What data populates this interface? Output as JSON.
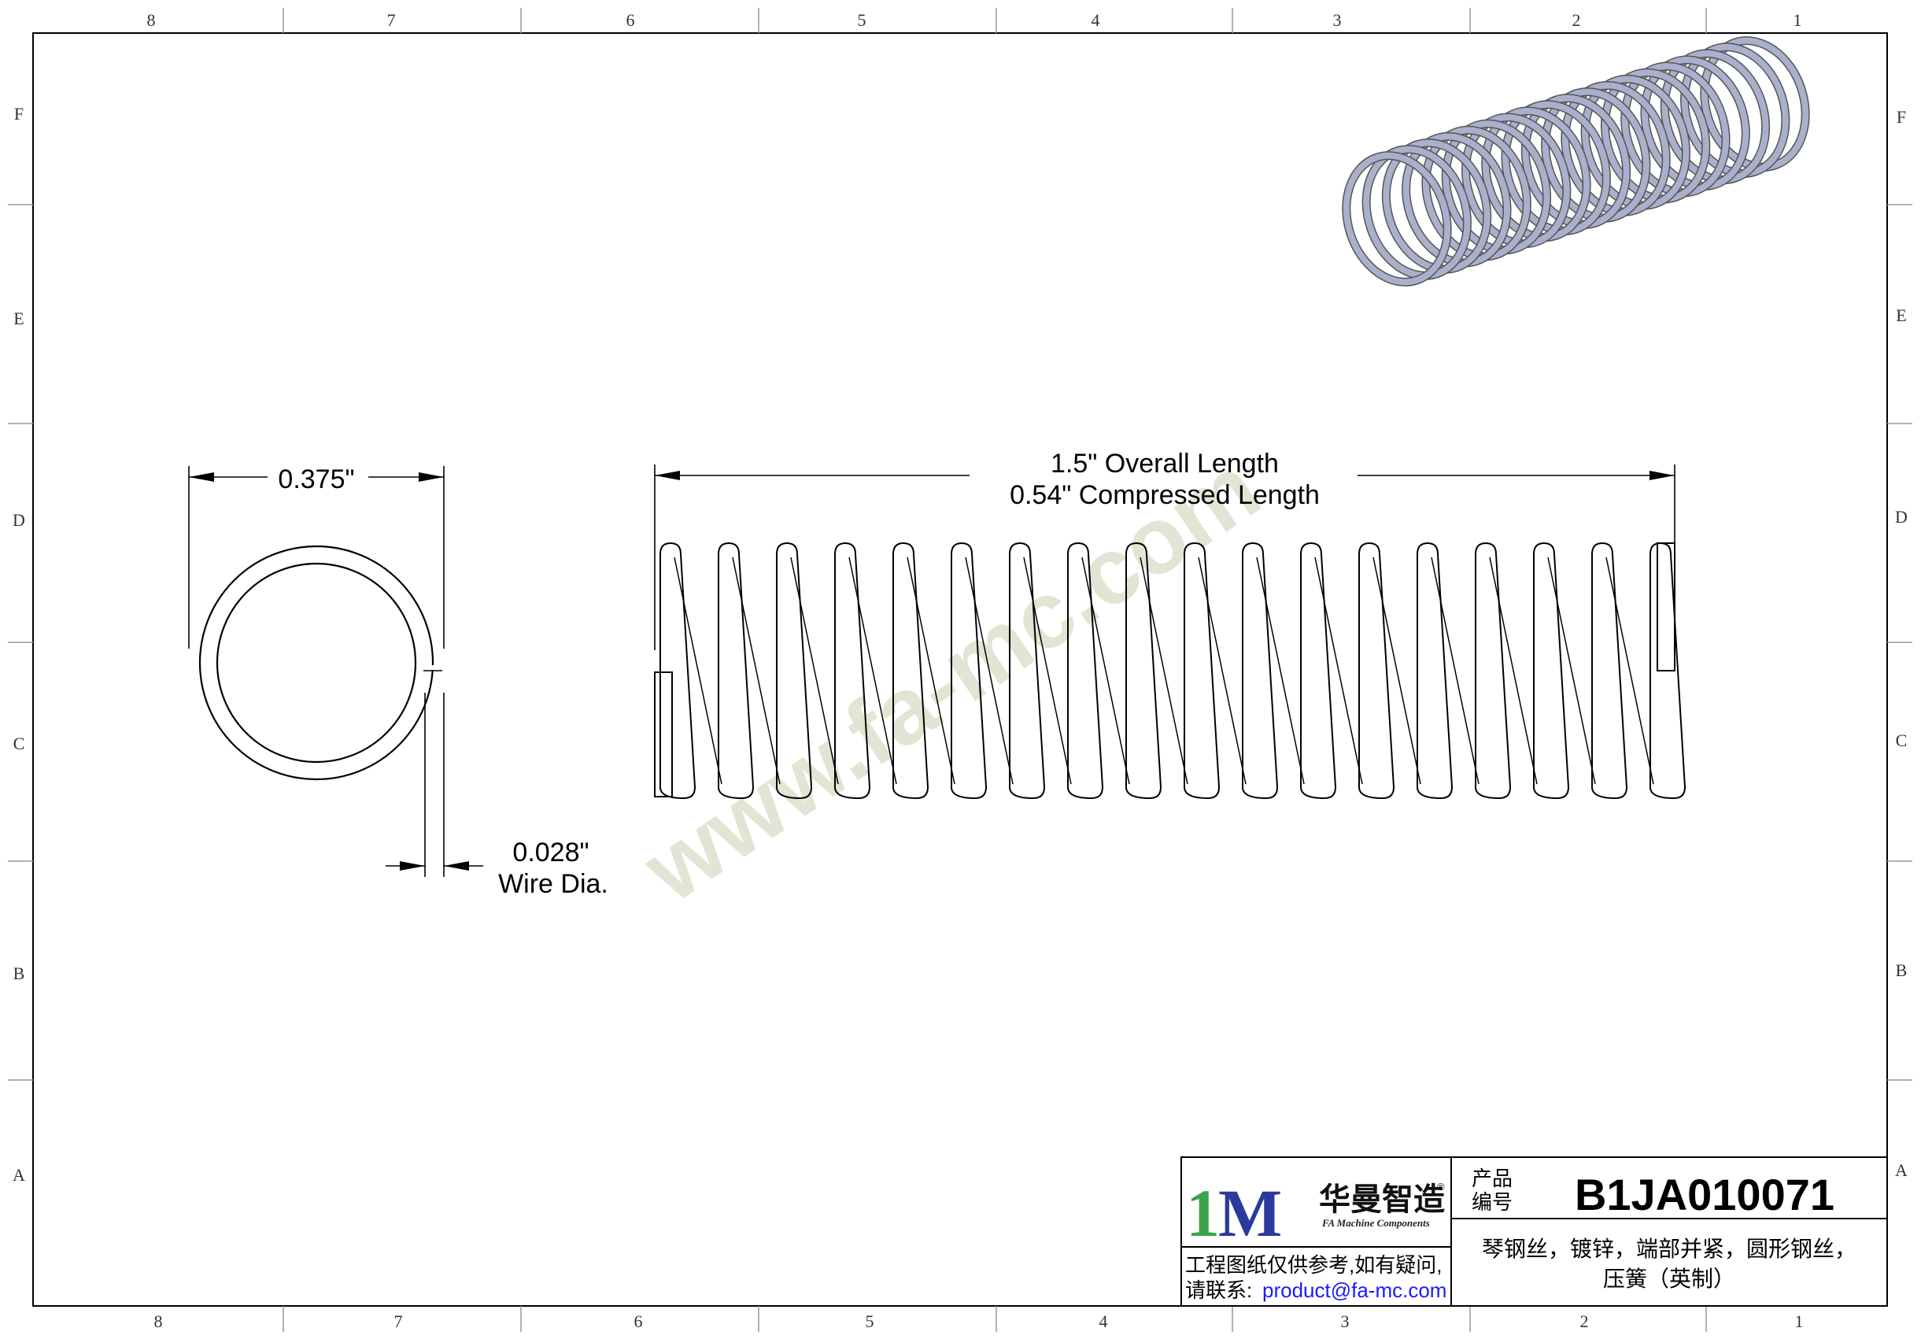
{
  "border": {
    "columns_top": [
      "8",
      "7",
      "6",
      "5",
      "4",
      "3",
      "2",
      "1"
    ],
    "columns_bottom": [
      "8",
      "7",
      "6",
      "5",
      "4",
      "3",
      "2",
      "1"
    ],
    "rows_left": [
      "F",
      "E",
      "D",
      "C",
      "B",
      "A"
    ],
    "rows_right": [
      "F",
      "E",
      "D",
      "C",
      "B",
      "A"
    ]
  },
  "dimensions": {
    "outer_diameter": "0.375\"",
    "overall_length": "1.5\" Overall Length",
    "compressed_length": "0.54\" Compressed Length",
    "wire_dia_value": "0.028\"",
    "wire_dia_label": "Wire Dia."
  },
  "watermark": "www.fa-mc.com",
  "spring": {
    "active_coils": 18,
    "color": "#aab0cc"
  },
  "title_block": {
    "logo_text": "1M",
    "company_cn": "华曼智造",
    "company_en": "FA Machine Components",
    "registered": "®",
    "product_label_line1": "产品",
    "product_label_line2": "编号",
    "part_number": "B1JA010071",
    "disclaimer_line1": "工程图纸仅供参考,如有疑问,",
    "disclaimer_line2": "请联系:",
    "email": "product@fa-mc.com",
    "description_line1": "琴钢丝，镀锌，端部并紧，圆形钢丝，",
    "description_line2": "压簧（英制）"
  }
}
